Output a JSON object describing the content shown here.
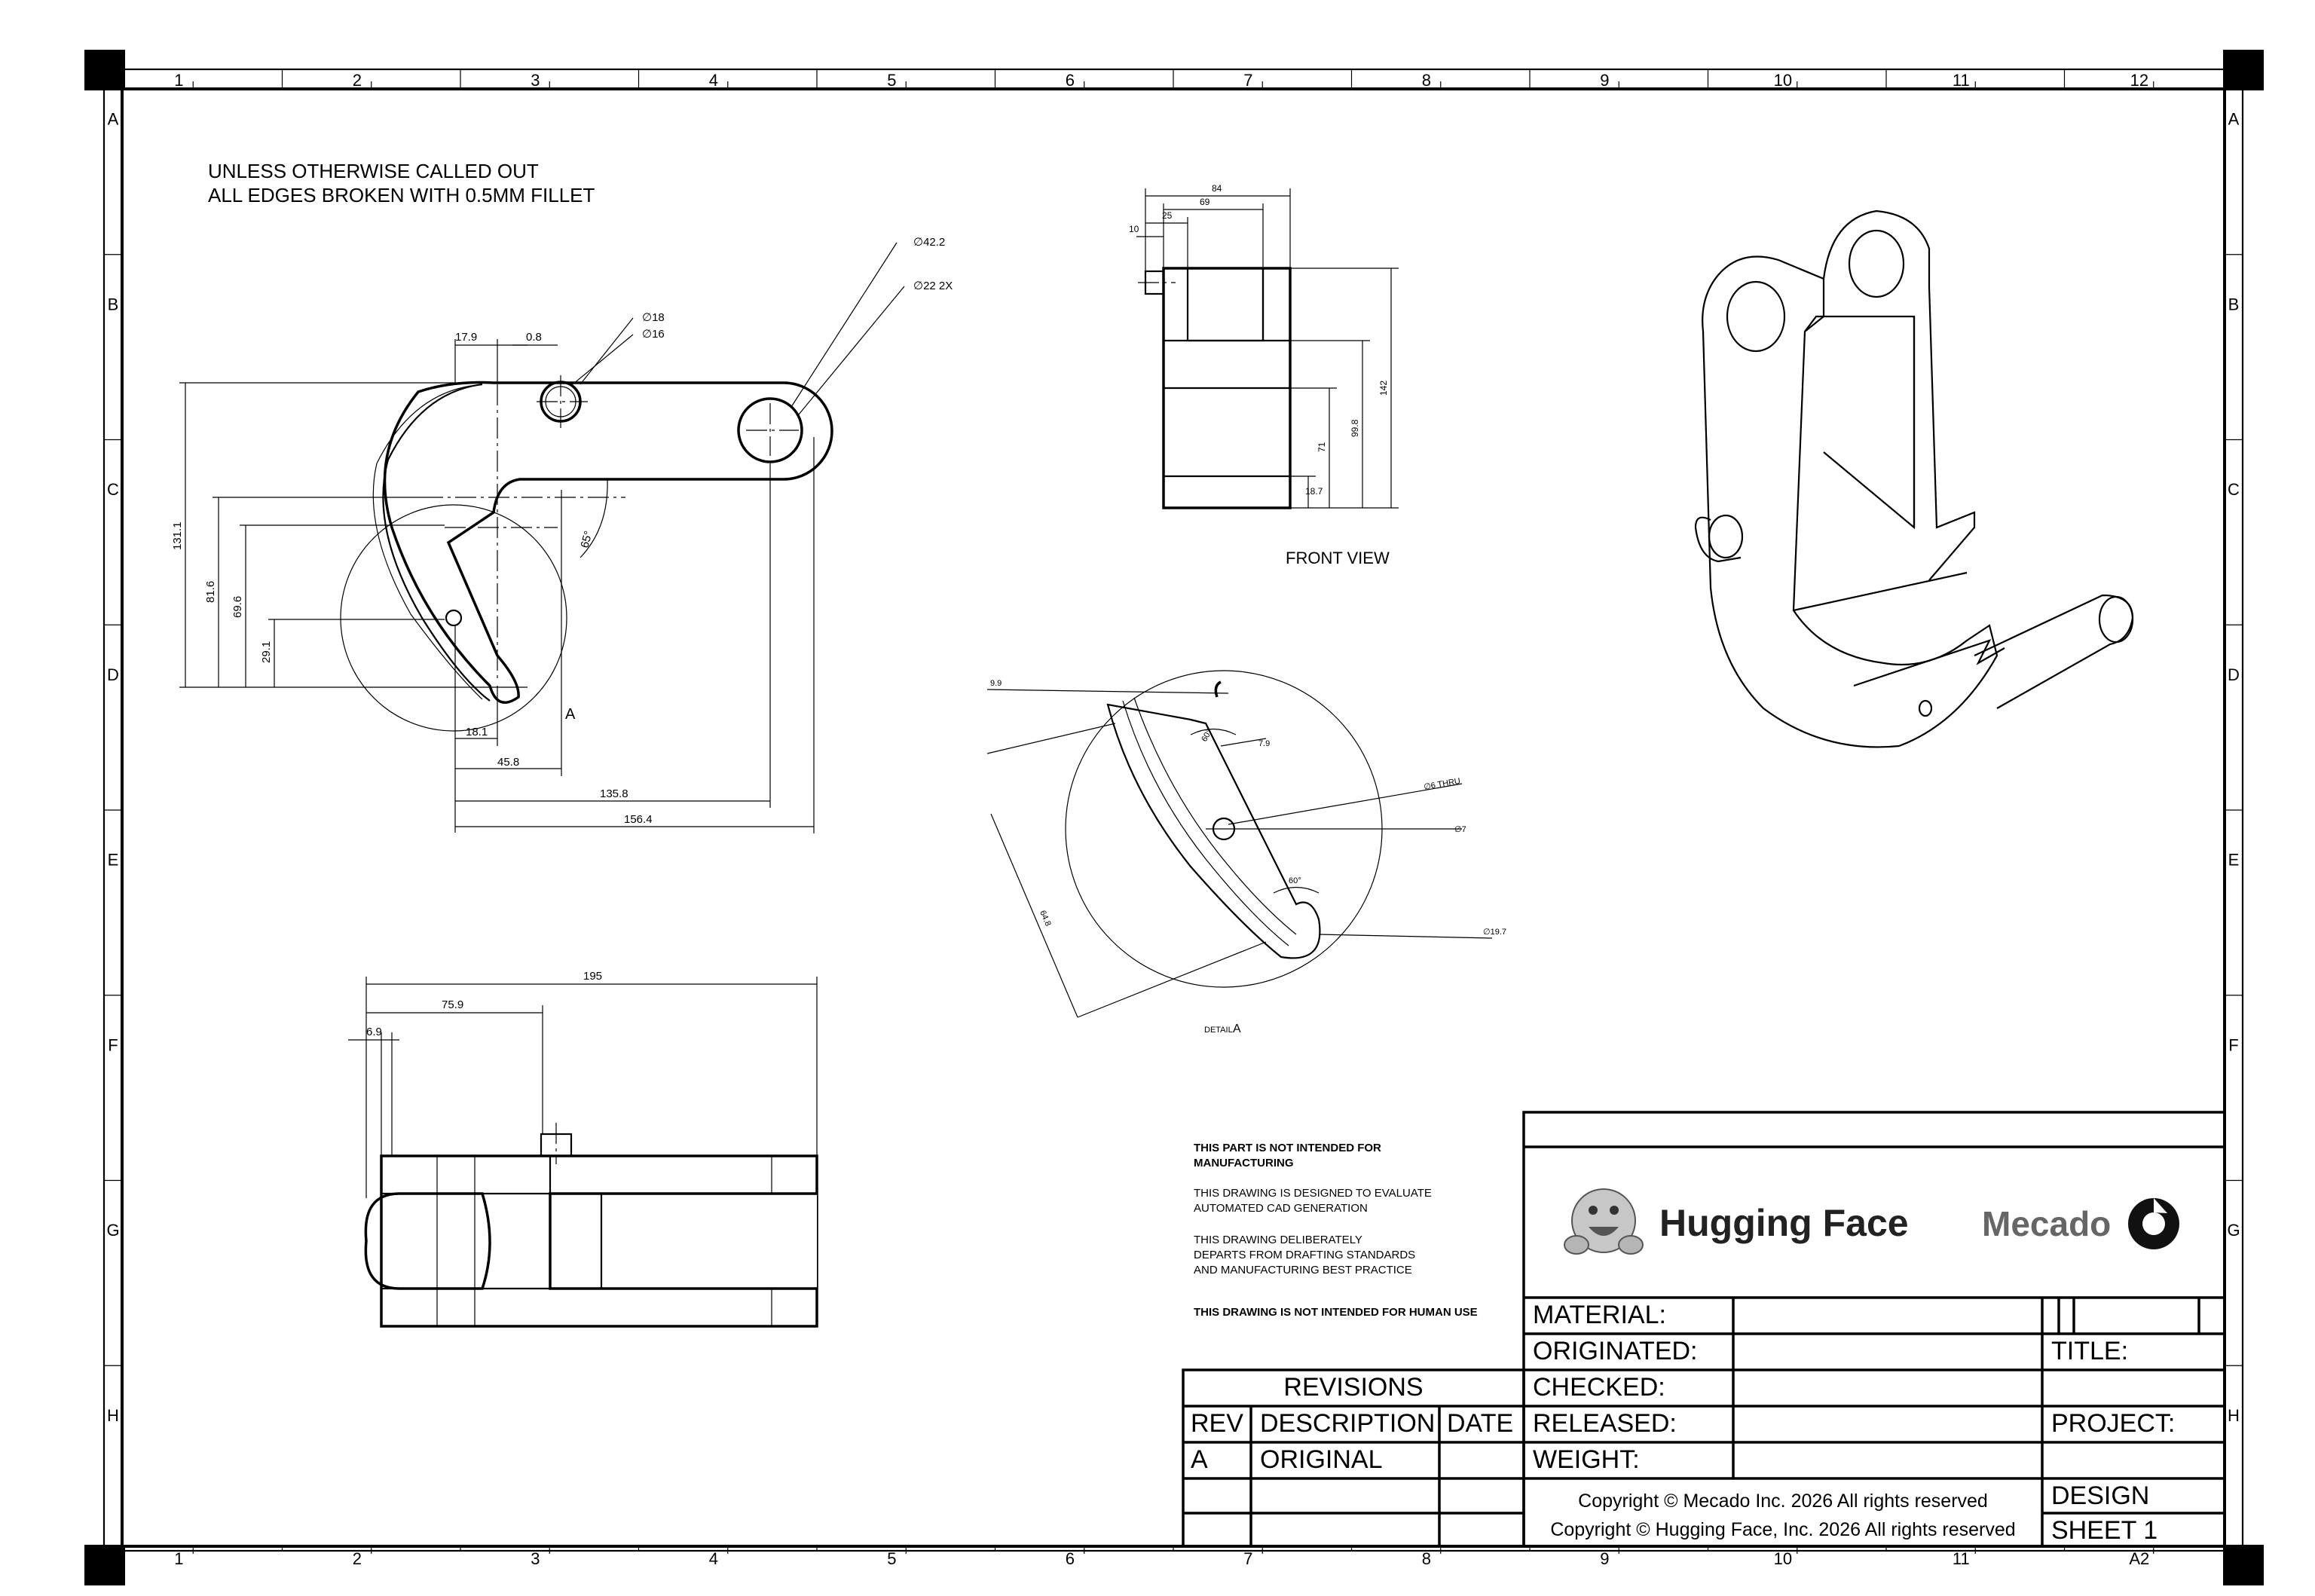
{
  "sheet": {
    "zone_columns": [
      "1",
      "2",
      "3",
      "4",
      "5",
      "6",
      "7",
      "8",
      "9",
      "10",
      "11",
      "12"
    ],
    "zone_rows": [
      "A",
      "B",
      "C",
      "D",
      "E",
      "F",
      "G",
      "H"
    ],
    "sheet_size": "A2"
  },
  "notes": {
    "general_line1": "UNLESS OTHERWISE CALLED OUT",
    "general_line2": "ALL EDGES BROKEN WITH 0.5MM FILLET",
    "disclaimer1_line1": "THIS PART IS NOT INTENDED FOR",
    "disclaimer1_line2": "MANUFACTURING",
    "disclaimer2_line1": "THIS DRAWING IS DESIGNED TO EVALUATE",
    "disclaimer2_line2": "AUTOMATED CAD GENERATION",
    "disclaimer3_line1": "THIS DRAWING DELIBERATELY",
    "disclaimer3_line2": "DEPARTS FROM DRAFTING STANDARDS",
    "disclaimer3_line3": "AND MANUFACTURING BEST PRACTICE",
    "disclaimer4": "THIS DRAWING IS NOT INTENDED FOR HUMAN USE"
  },
  "views": {
    "front_view_label": "FRONT VIEW",
    "detail_label_prefix": "DETAIL",
    "detail_label_letter": "A",
    "detail_callout": "A"
  },
  "dimensions": {
    "side": {
      "d42_2": "∅42.2",
      "d22_2x": "∅22  2X",
      "d18": "∅18",
      "d16": "∅16",
      "w17_9": "17.9",
      "w0_8": "0.8",
      "h131_1": "131.1",
      "h81_6": "81.6",
      "h69_6": "69.6",
      "h29_1": "29.1",
      "ang65": "65°",
      "w18_1": "18.1",
      "w45_8": "45.8",
      "w135_8": "135.8",
      "w156_4": "156.4"
    },
    "front": {
      "w84": "84",
      "w69": "69",
      "w25": "25",
      "w10": "10",
      "h142": "142",
      "h99_8": "99.8",
      "h71": "71",
      "h18_7": "18.7"
    },
    "detail": {
      "d9_9": "9.9",
      "ang60a": "60°",
      "d7_9": "7.9",
      "d6_thru": "∅6  THRU",
      "d7": "∅7",
      "ang60b": "60°",
      "d19_7": "∅19.7",
      "d64_8": "64.8"
    },
    "bottom": {
      "w195": "195",
      "w75_9": "75.9",
      "w6_9": "6.9"
    }
  },
  "title_block": {
    "brand1": "Hugging Face",
    "brand2": "Mecado",
    "material_label": "MATERIAL:",
    "originated_label": "ORIGINATED:",
    "checked_label": "CHECKED:",
    "released_label": "RELEASED:",
    "weight_label": "WEIGHT:",
    "title_label": "TITLE:",
    "project_label": "PROJECT:",
    "design_label": "DESIGN",
    "sheet_label": "SHEET 1",
    "copyright1": "Copyright © Mecado Inc. 2026 All rights reserved",
    "copyright2": "Copyright © Hugging Face, Inc. 2026 All rights reserved"
  },
  "revisions": {
    "header": "REVISIONS",
    "col_rev": "REV",
    "col_desc": "DESCRIPTION",
    "col_date": "DATE",
    "rows": [
      {
        "rev": "A",
        "description": "ORIGINAL",
        "date": ""
      }
    ]
  },
  "icons": [
    "hugging-face-logo-icon",
    "mecado-logo-icon"
  ]
}
